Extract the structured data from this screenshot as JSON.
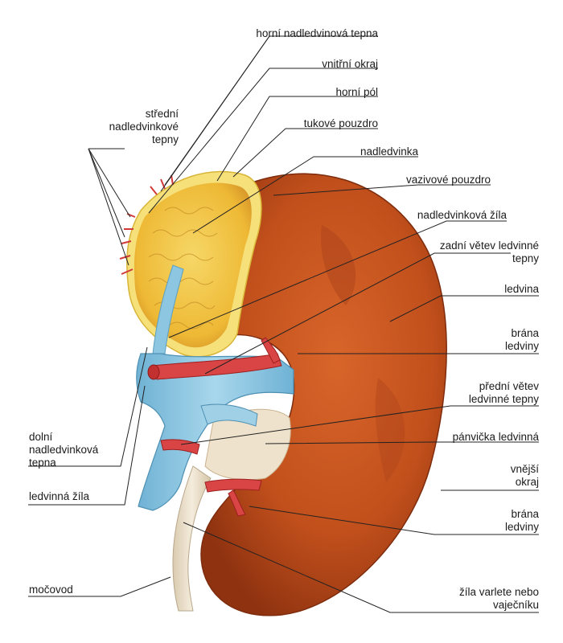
{
  "labels": {
    "horni_nadledvinova_tepna": "horní nadledvinová tepna",
    "vnitrni_okraj": "vnitřní okraj",
    "horni_pol": "horní pól",
    "tukove_pouzdro": "tukové pouzdro",
    "nadledvinka": "nadledvinka",
    "vazivove_pouzdro": "vazivové pouzdro",
    "nadledvinkova_zila": "nadledvinková žíla",
    "zadni_vetev": [
      "zadní větev ledvinné",
      "tepny"
    ],
    "ledvina": "ledvina",
    "brana_upper": [
      "brána",
      "ledviny"
    ],
    "predni_vetev": [
      "přední větev",
      "ledvinné tepny"
    ],
    "panvicka": "pánvička ledvinná",
    "vnejsi_okraj": [
      "vnější",
      "okraj"
    ],
    "brana_lower": [
      "brána",
      "ledviny"
    ],
    "zila_varlete": [
      "žíla varlete nebo",
      "vaječníku"
    ],
    "stredni_tepny": [
      "střední",
      "nadledvinkové",
      "tepny"
    ],
    "dolni_tepna": [
      "dolní",
      "nadledvinková",
      "tepna"
    ],
    "ledvinna_zila": "ledvinná žíla",
    "mocovod": "močovod"
  },
  "colors": {
    "kidney": "#c2501c",
    "kidney_dark": "#8e3210",
    "adrenal": "#f2c743",
    "fat_capsule": "#f6e07a",
    "vein": "#86c3df",
    "artery": "#d23a3a",
    "ureter": "#e8dcc4",
    "leader_line": "#222222"
  }
}
